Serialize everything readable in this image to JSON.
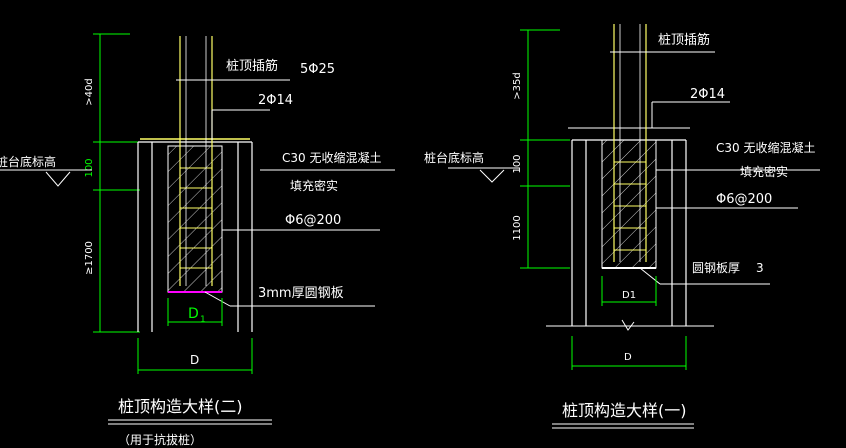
{
  "left_detail": {
    "title": "桩顶构造大样(二)",
    "subtitle": "（用于抗拔桩）",
    "top_rebar_label": "桩顶插筋",
    "top_rebar_count": "5Φ25",
    "bar_label": "2Φ14",
    "concrete_label": "C30  无收缩混凝土",
    "fill_label": "填充密实",
    "stirrup_label": "Φ6@200",
    "plate_label": "3mm厚圆钢板",
    "cap_label": "桩台底标高",
    "dim_anchor": ">40d",
    "dim_100": "100",
    "dim_1700": "≥1700",
    "inner_dia": "D",
    "inner_dia_sub": "1",
    "outer_dia": "D"
  },
  "right_detail": {
    "title": "桩顶构造大样(一)",
    "top_rebar_label": "桩顶插筋",
    "bar_label": "2Φ14",
    "concrete_label": "C30  无收缩混凝土",
    "fill_label": "填充密实",
    "stirrup_label": "Φ6@200",
    "plate_label": "圆钢板厚",
    "plate_thickness": "3",
    "cap_label": "桩台底标高",
    "dim_anchor": ">35d",
    "dim_100": "100",
    "dim_1100": "1100",
    "inner_dia": "D1",
    "outer_dia": "D"
  },
  "colors": {
    "background": "#000000",
    "text": "#ffffff",
    "dimension": "#00ff00",
    "pile_wall": "#ffffff",
    "rebar": "#ffff66",
    "hatch": "#cccccc",
    "plate": "#ff00ff"
  }
}
